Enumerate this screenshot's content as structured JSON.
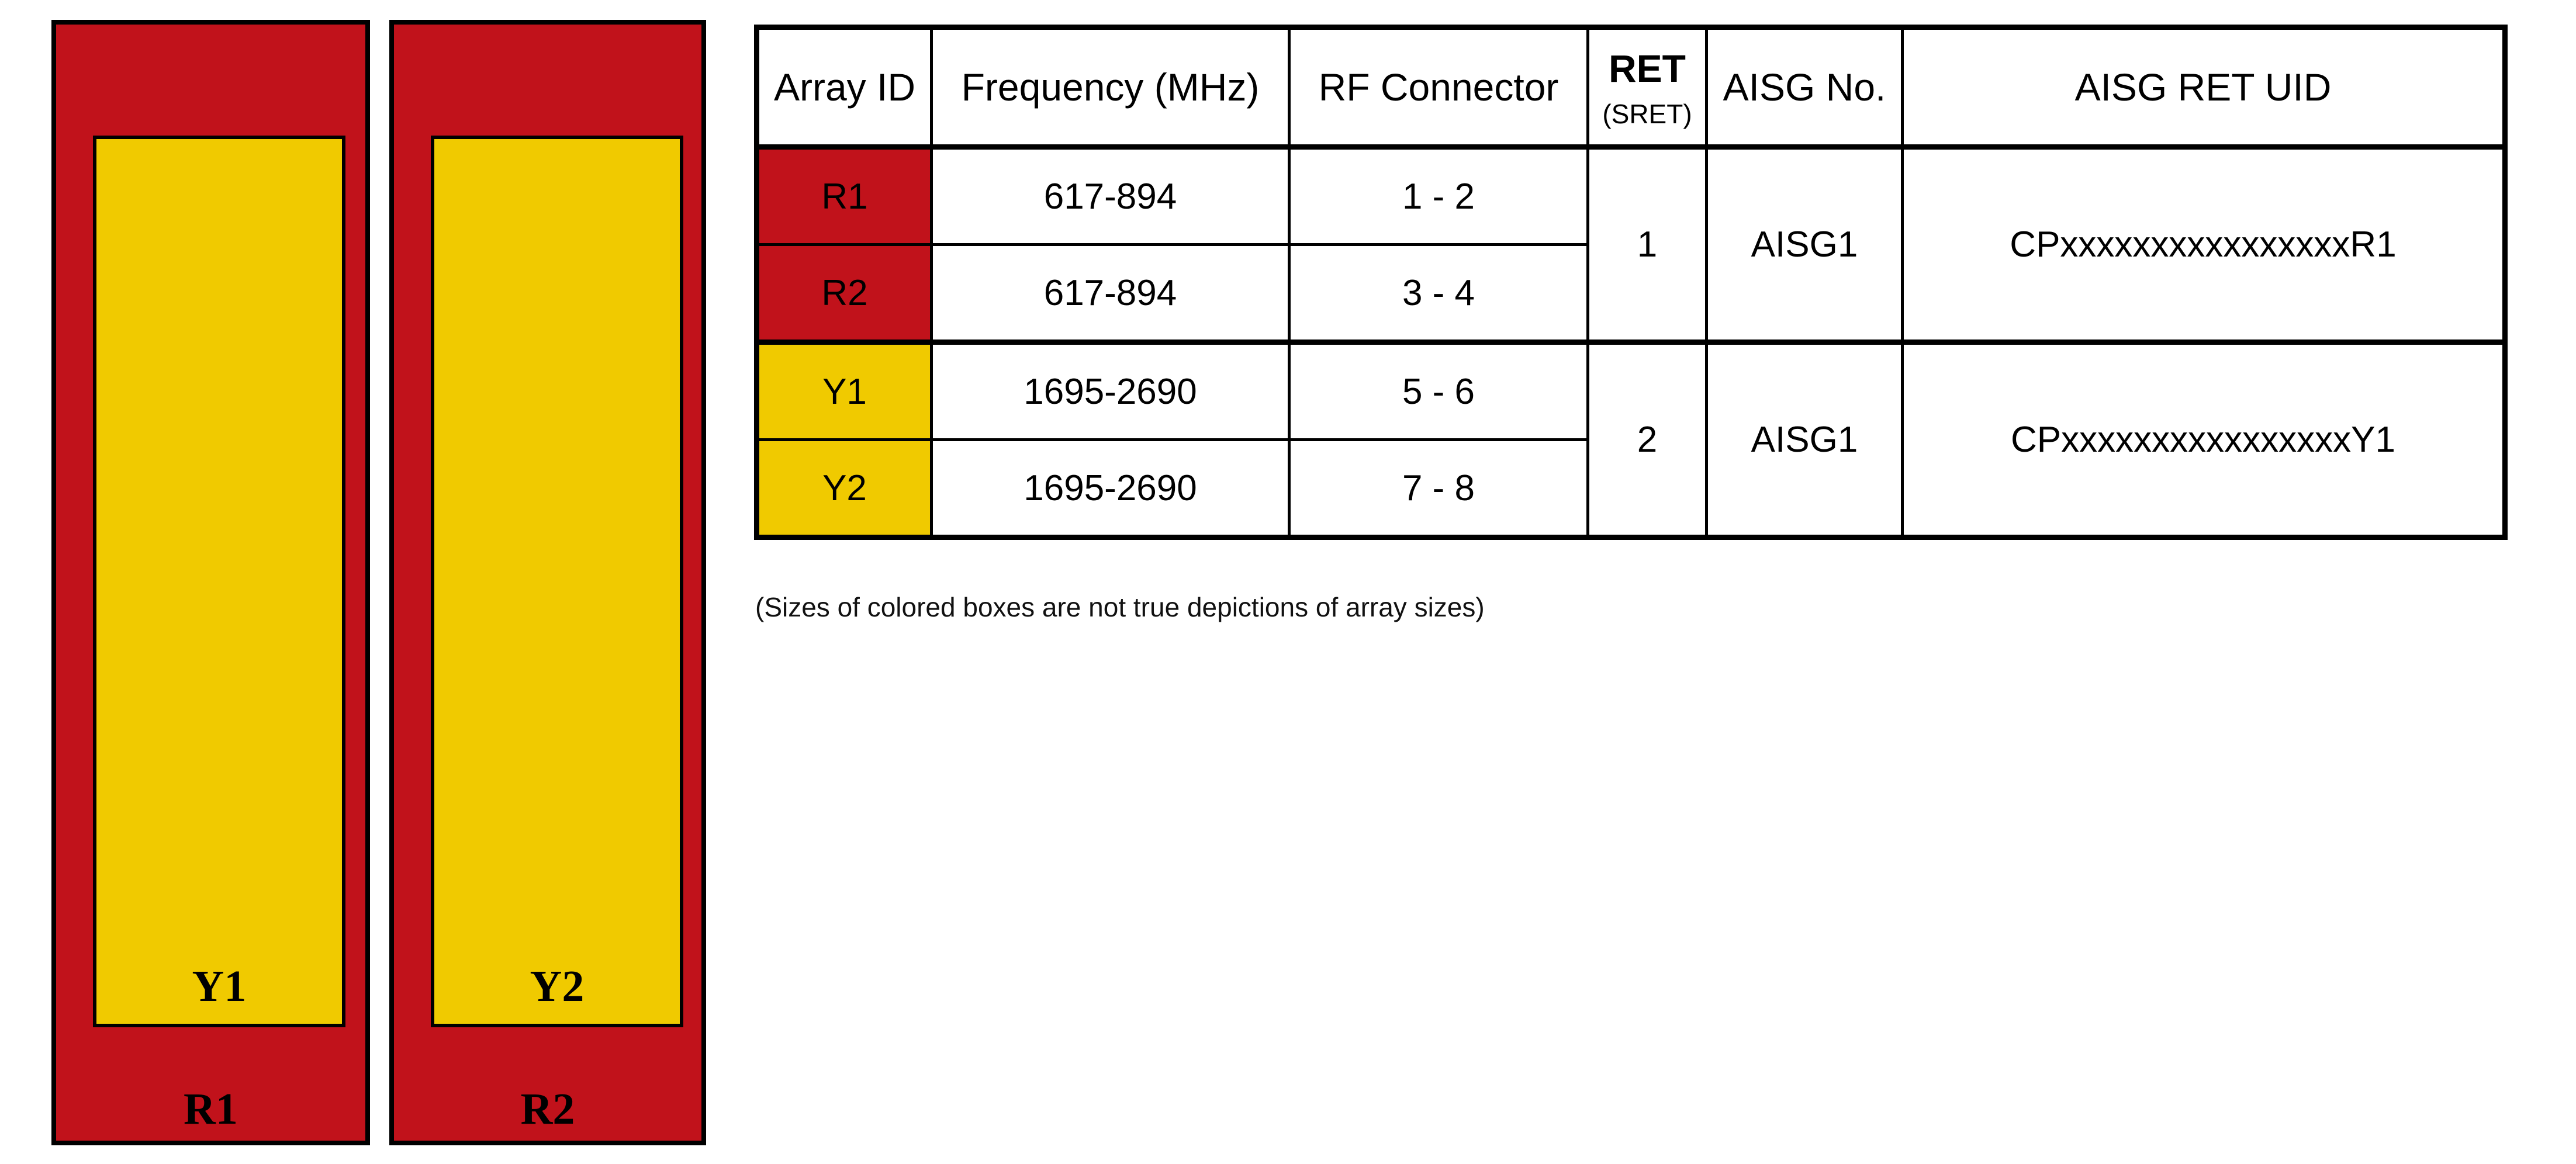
{
  "colors": {
    "red": "#C1121B",
    "yellow": "#F0CA00",
    "border": "#000000"
  },
  "diagram": {
    "arrays": [
      {
        "outer_label": "R1",
        "inner_label": "Y1"
      },
      {
        "outer_label": "R2",
        "inner_label": "Y2"
      }
    ]
  },
  "table": {
    "headers": {
      "array_id": "Array ID",
      "frequency": "Frequency (MHz)",
      "rf_connector": "RF Connector",
      "ret_line1": "RET",
      "ret_line2": "(SRET)",
      "aisg_no": "AISG No.",
      "aisg_ret_uid": "AISG RET UID"
    },
    "rows": [
      {
        "array_id": "R1",
        "frequency": "617-894",
        "rf_connector": "1 - 2",
        "color": "red"
      },
      {
        "array_id": "R2",
        "frequency": "617-894",
        "rf_connector": "3 - 4",
        "color": "red"
      },
      {
        "array_id": "Y1",
        "frequency": "1695-2690",
        "rf_connector": "5 - 6",
        "color": "yellow"
      },
      {
        "array_id": "Y2",
        "frequency": "1695-2690",
        "rf_connector": "7 - 8",
        "color": "yellow"
      }
    ],
    "groups": [
      {
        "ret": "1",
        "aisg_no": "AISG1",
        "aisg_ret_uid": "CPxxxxxxxxxxxxxxxxR1"
      },
      {
        "ret": "2",
        "aisg_no": "AISG1",
        "aisg_ret_uid": "CPxxxxxxxxxxxxxxxxY1"
      }
    ]
  },
  "caption": "(Sizes of colored boxes are not true depictions of array sizes)"
}
